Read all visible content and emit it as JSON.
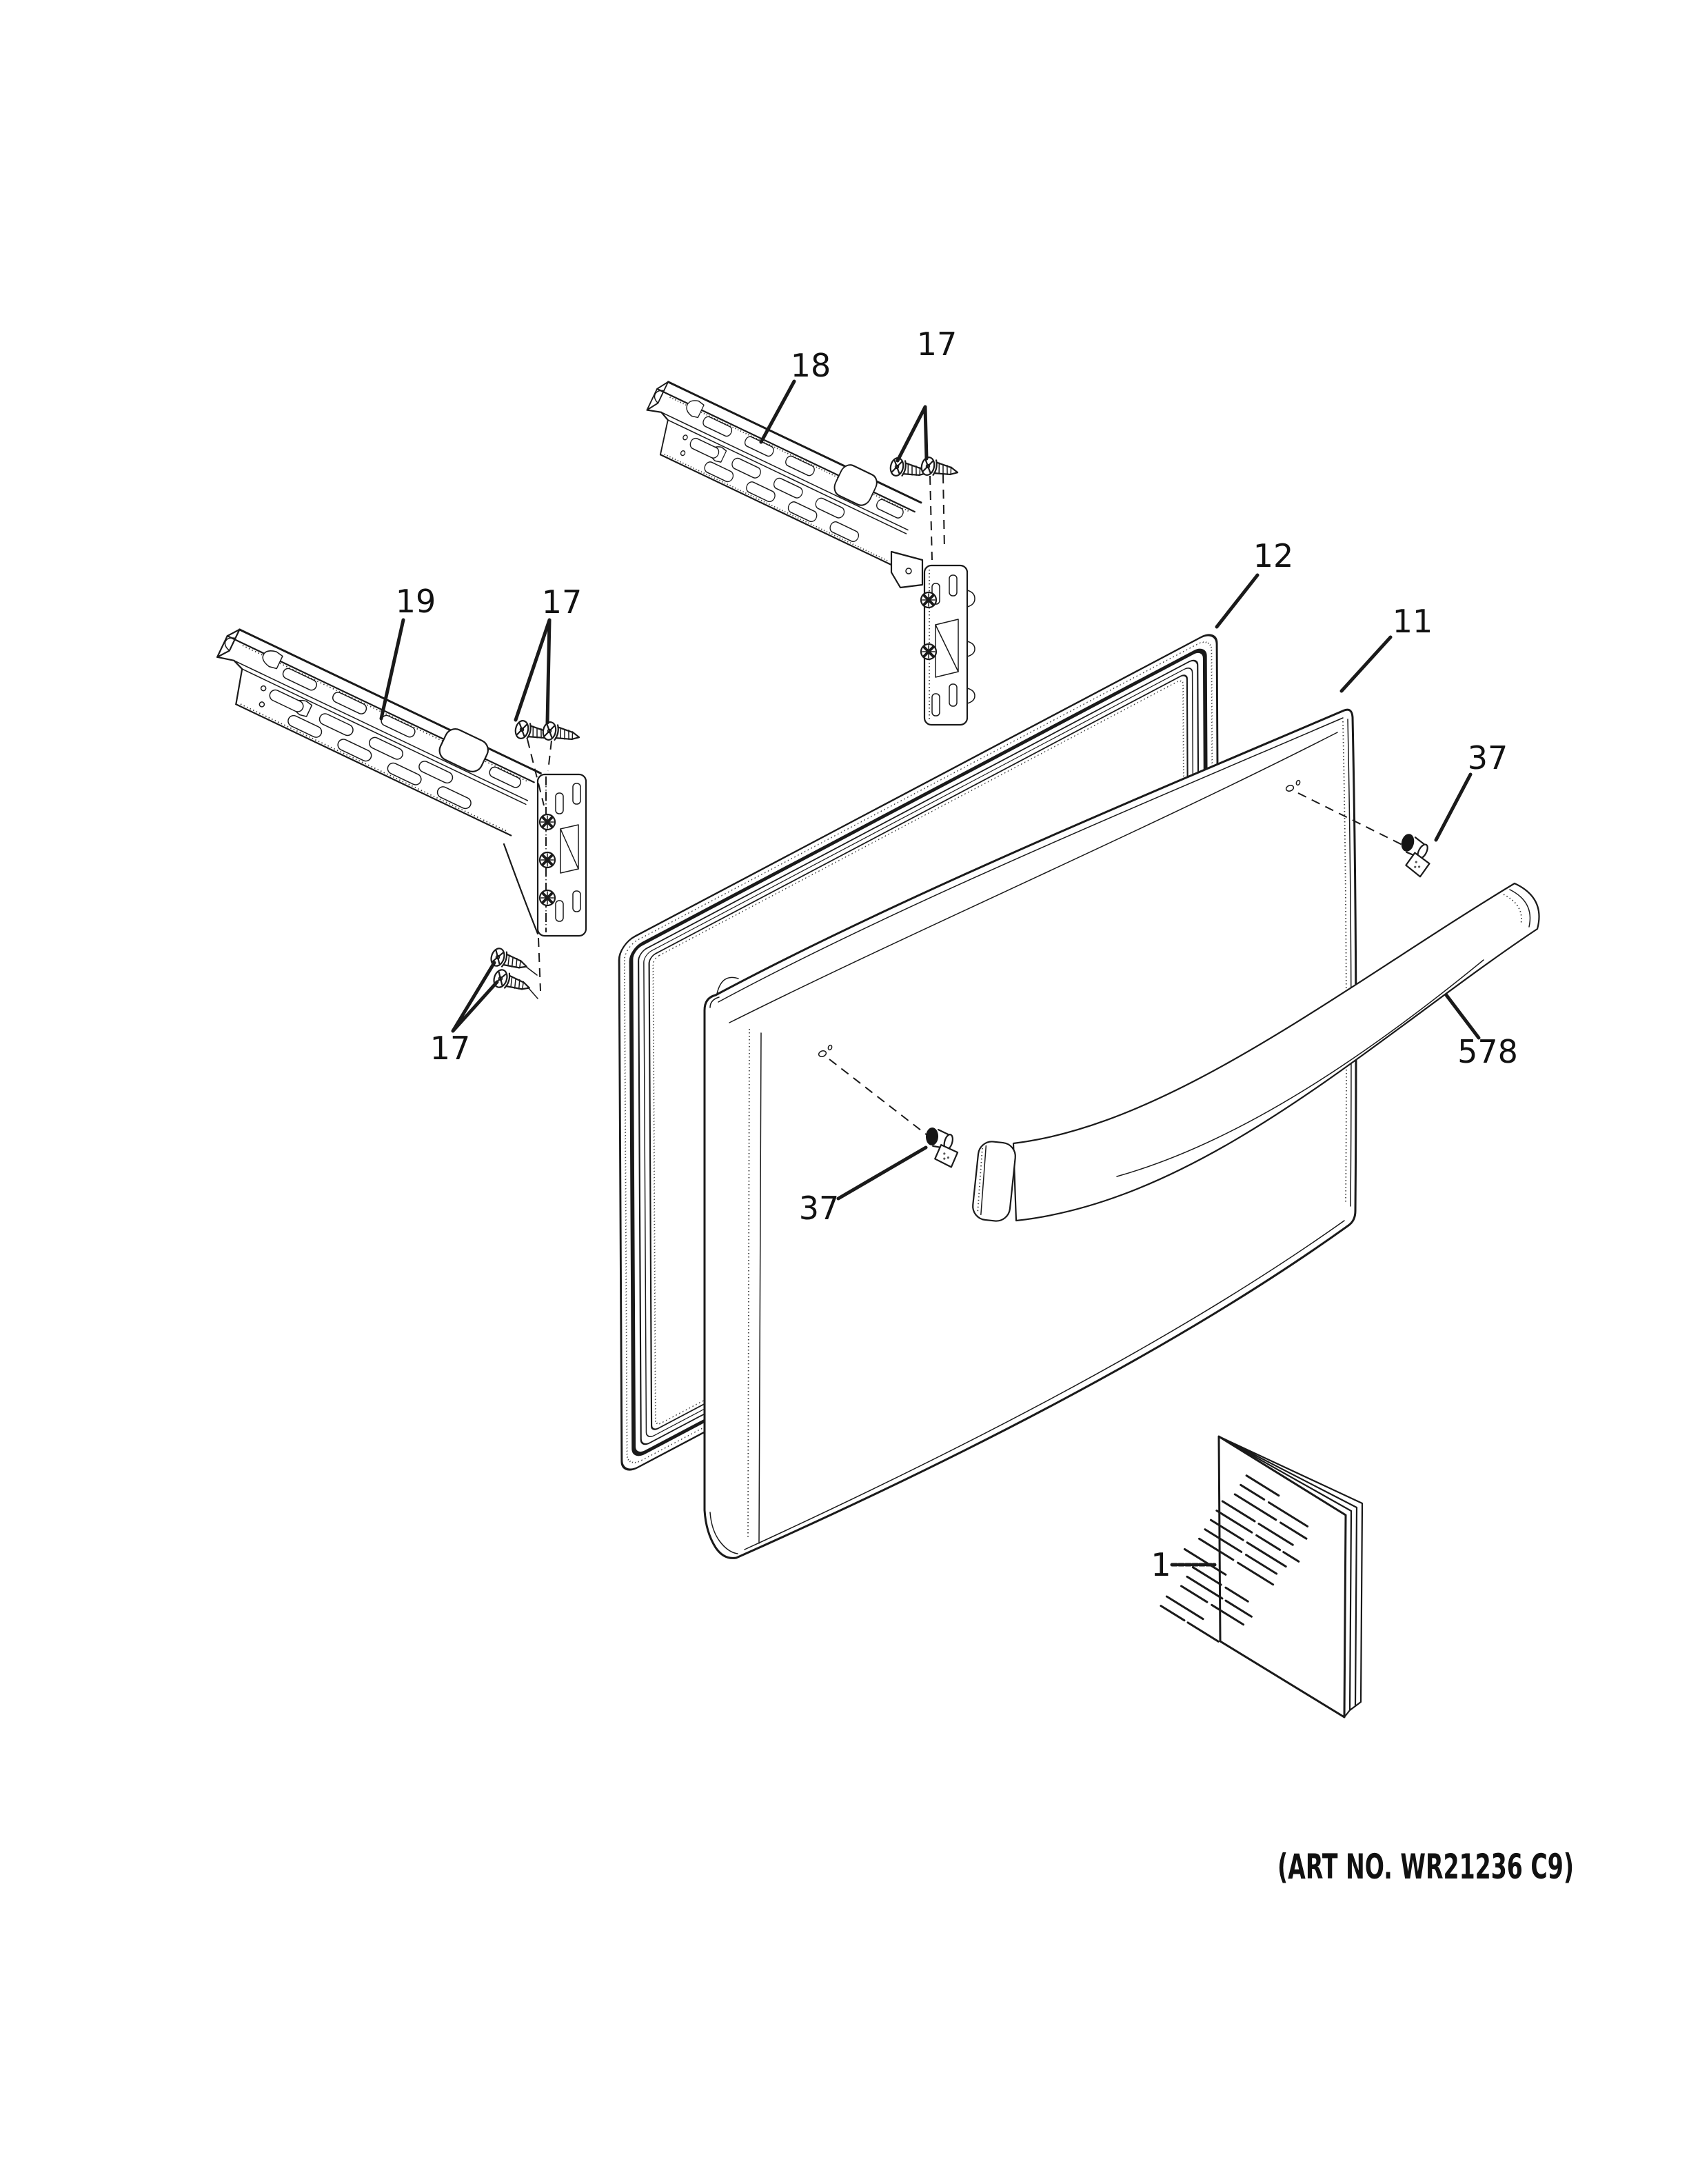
{
  "diagram": {
    "type": "exploded-parts-diagram",
    "art_no": "(ART NO. WR21236 C9)",
    "background": "#ffffff",
    "line_color": "#1a1a1a",
    "callouts": {
      "bracket_top": {
        "label": "18"
      },
      "bracket_top_screws": {
        "label": "17"
      },
      "bracket_left": {
        "label": "19"
      },
      "bracket_left_screws": {
        "label": "17"
      },
      "bracket_left_lower_screws": {
        "label": "17"
      },
      "door_gasket": {
        "label": "12"
      },
      "freezer_door": {
        "label": "11"
      },
      "handle_screw_right": {
        "label": "37"
      },
      "handle_screw_left": {
        "label": "37"
      },
      "door_handle": {
        "label": "578"
      },
      "owners_manual": {
        "label": "1"
      }
    }
  }
}
